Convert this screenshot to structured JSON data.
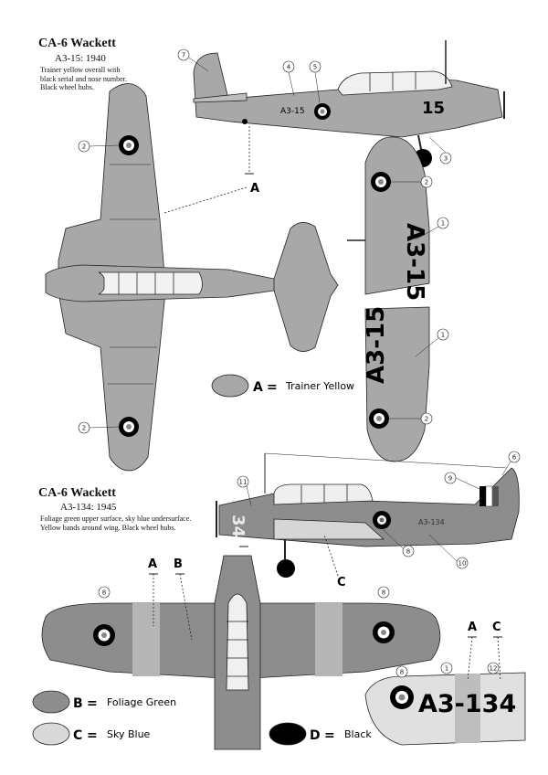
{
  "profiles": [
    {
      "title": "CA-6 Wackett",
      "serial_year": "A3-15: 1940",
      "description": [
        "Trainer yellow overall with",
        "black serial and nose number.",
        "Black wheel hubs."
      ],
      "fuselage_serial": "A3-15",
      "nose_number": "15",
      "wing_serial": "A3-15"
    },
    {
      "title": "CA-6 Wackett",
      "serial_year": "A3-134: 1945",
      "description": [
        "Foliage green upper surface, sky blue undersurface.",
        "Yellow bands around wing. Black wheel hubs."
      ],
      "nose_code": "34",
      "fuselage_serial": "A3-134",
      "wing_serial": "A3-134"
    }
  ],
  "callouts": [
    "1",
    "2",
    "3",
    "4",
    "5",
    "6",
    "7",
    "8",
    "9",
    "10",
    "11",
    "12"
  ],
  "markers": {
    "a": "A",
    "b": "B",
    "c": "C"
  },
  "legend": [
    {
      "letter": "A",
      "equals": "=",
      "label": "Trainer Yellow",
      "color": "#a7a7a7"
    },
    {
      "letter": "B",
      "equals": "=",
      "label": "Foliage Green",
      "color": "#8e8e8e"
    },
    {
      "letter": "C",
      "equals": "=",
      "label": "Sky Blue",
      "color": "#d9d9d9"
    },
    {
      "letter": "D",
      "equals": "=",
      "label": "Black",
      "color": "#000000"
    }
  ],
  "colors": {
    "yellow": "#a9a9a9",
    "green": "#8b8b8b",
    "sky": "#d6d6d6",
    "black": "#000000",
    "line": "#222222"
  }
}
